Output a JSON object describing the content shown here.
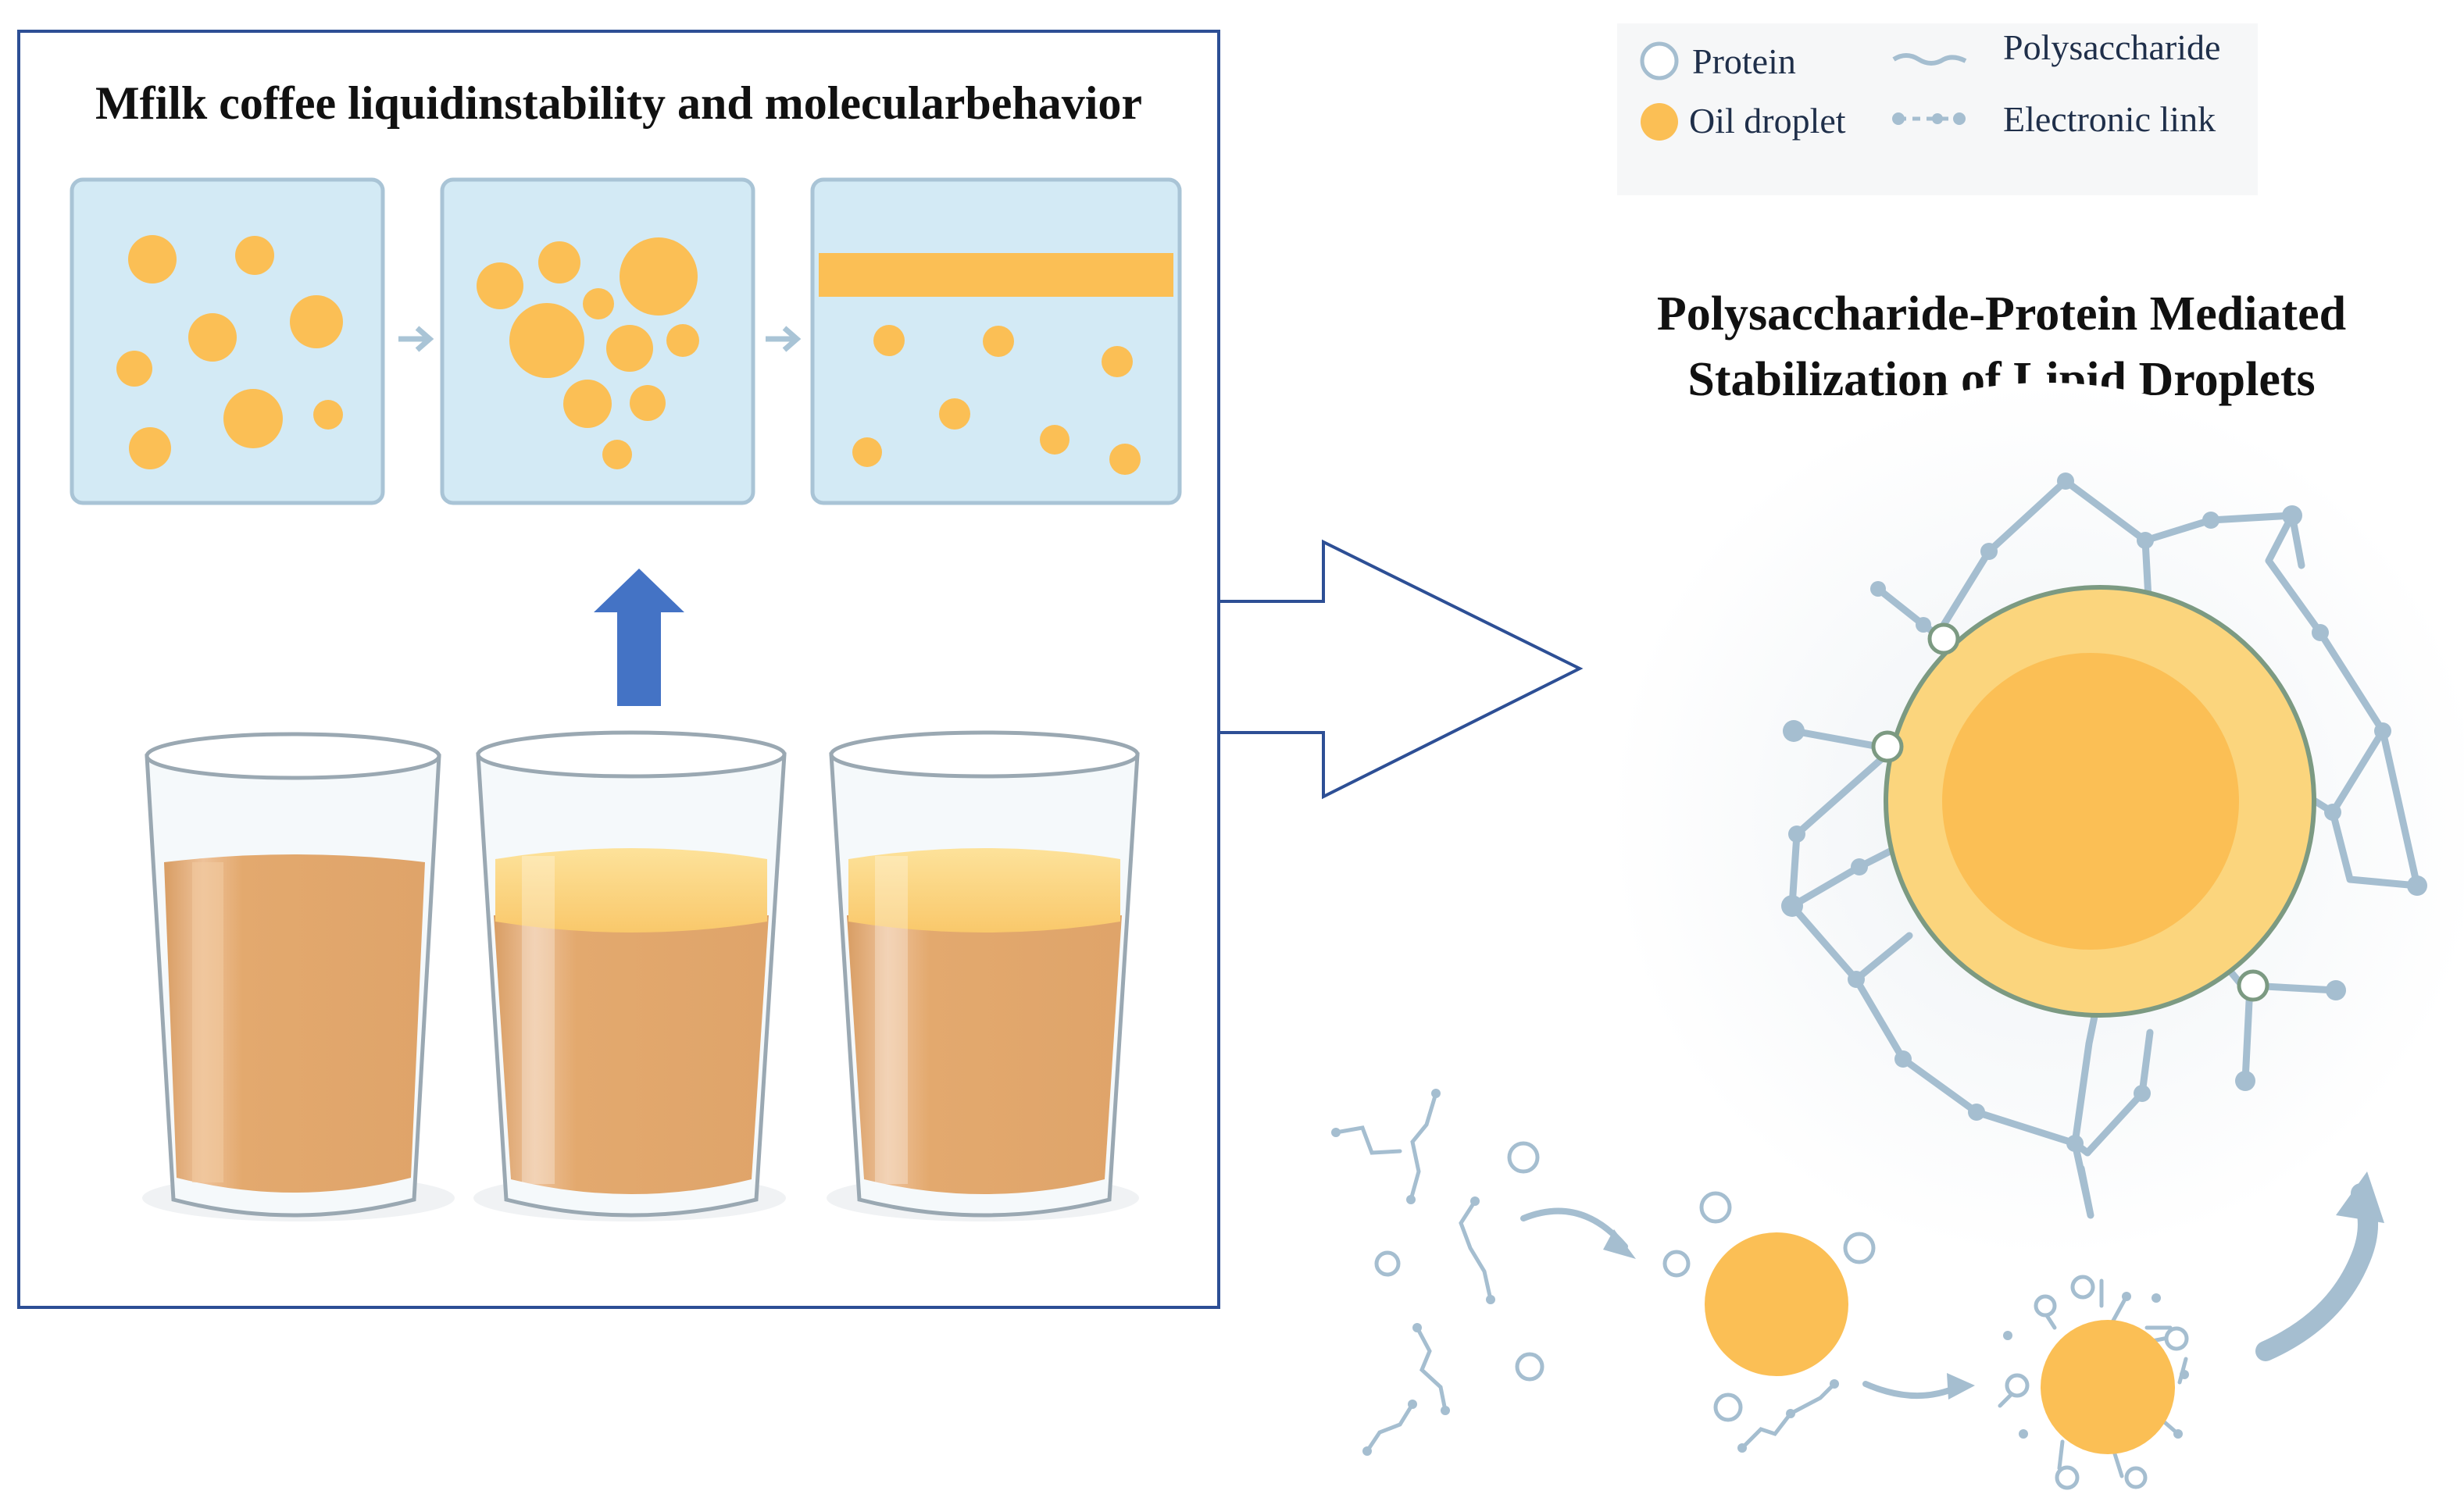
{
  "left_panel": {
    "title": "Mfilk coffee liquidinstability and molecularbehavior",
    "stages": [
      {
        "id": "dispersed"
      },
      {
        "id": "flocculated"
      },
      {
        "id": "creamed"
      }
    ],
    "glasses": [
      {
        "id": "uniform",
        "cream_layer": false
      },
      {
        "id": "separated-1",
        "cream_layer": true
      },
      {
        "id": "separated-2",
        "cream_layer": true
      }
    ]
  },
  "right_panel": {
    "title_line1": "Polysaccharide-Protein Mediated",
    "title_line2": "Stabilization of Lipid Droplets"
  },
  "legend": {
    "protein": "Protein",
    "oil_droplet": "Oil droplet",
    "polysaccharide": "Polysaccharide",
    "electronic_link": "Electronic link"
  },
  "colors": {
    "frame": "#2d4f95",
    "panel_bg": "#d3eaf5",
    "panel_border": "#a9c4d6",
    "droplet": "#fbbf55",
    "droplet_light": "#fdd987",
    "coffee": "#e3a96e",
    "cream": "#fdd77c",
    "up_arrow": "#4473c5",
    "network": "#a5bed0",
    "ring": "#7c9a82"
  }
}
